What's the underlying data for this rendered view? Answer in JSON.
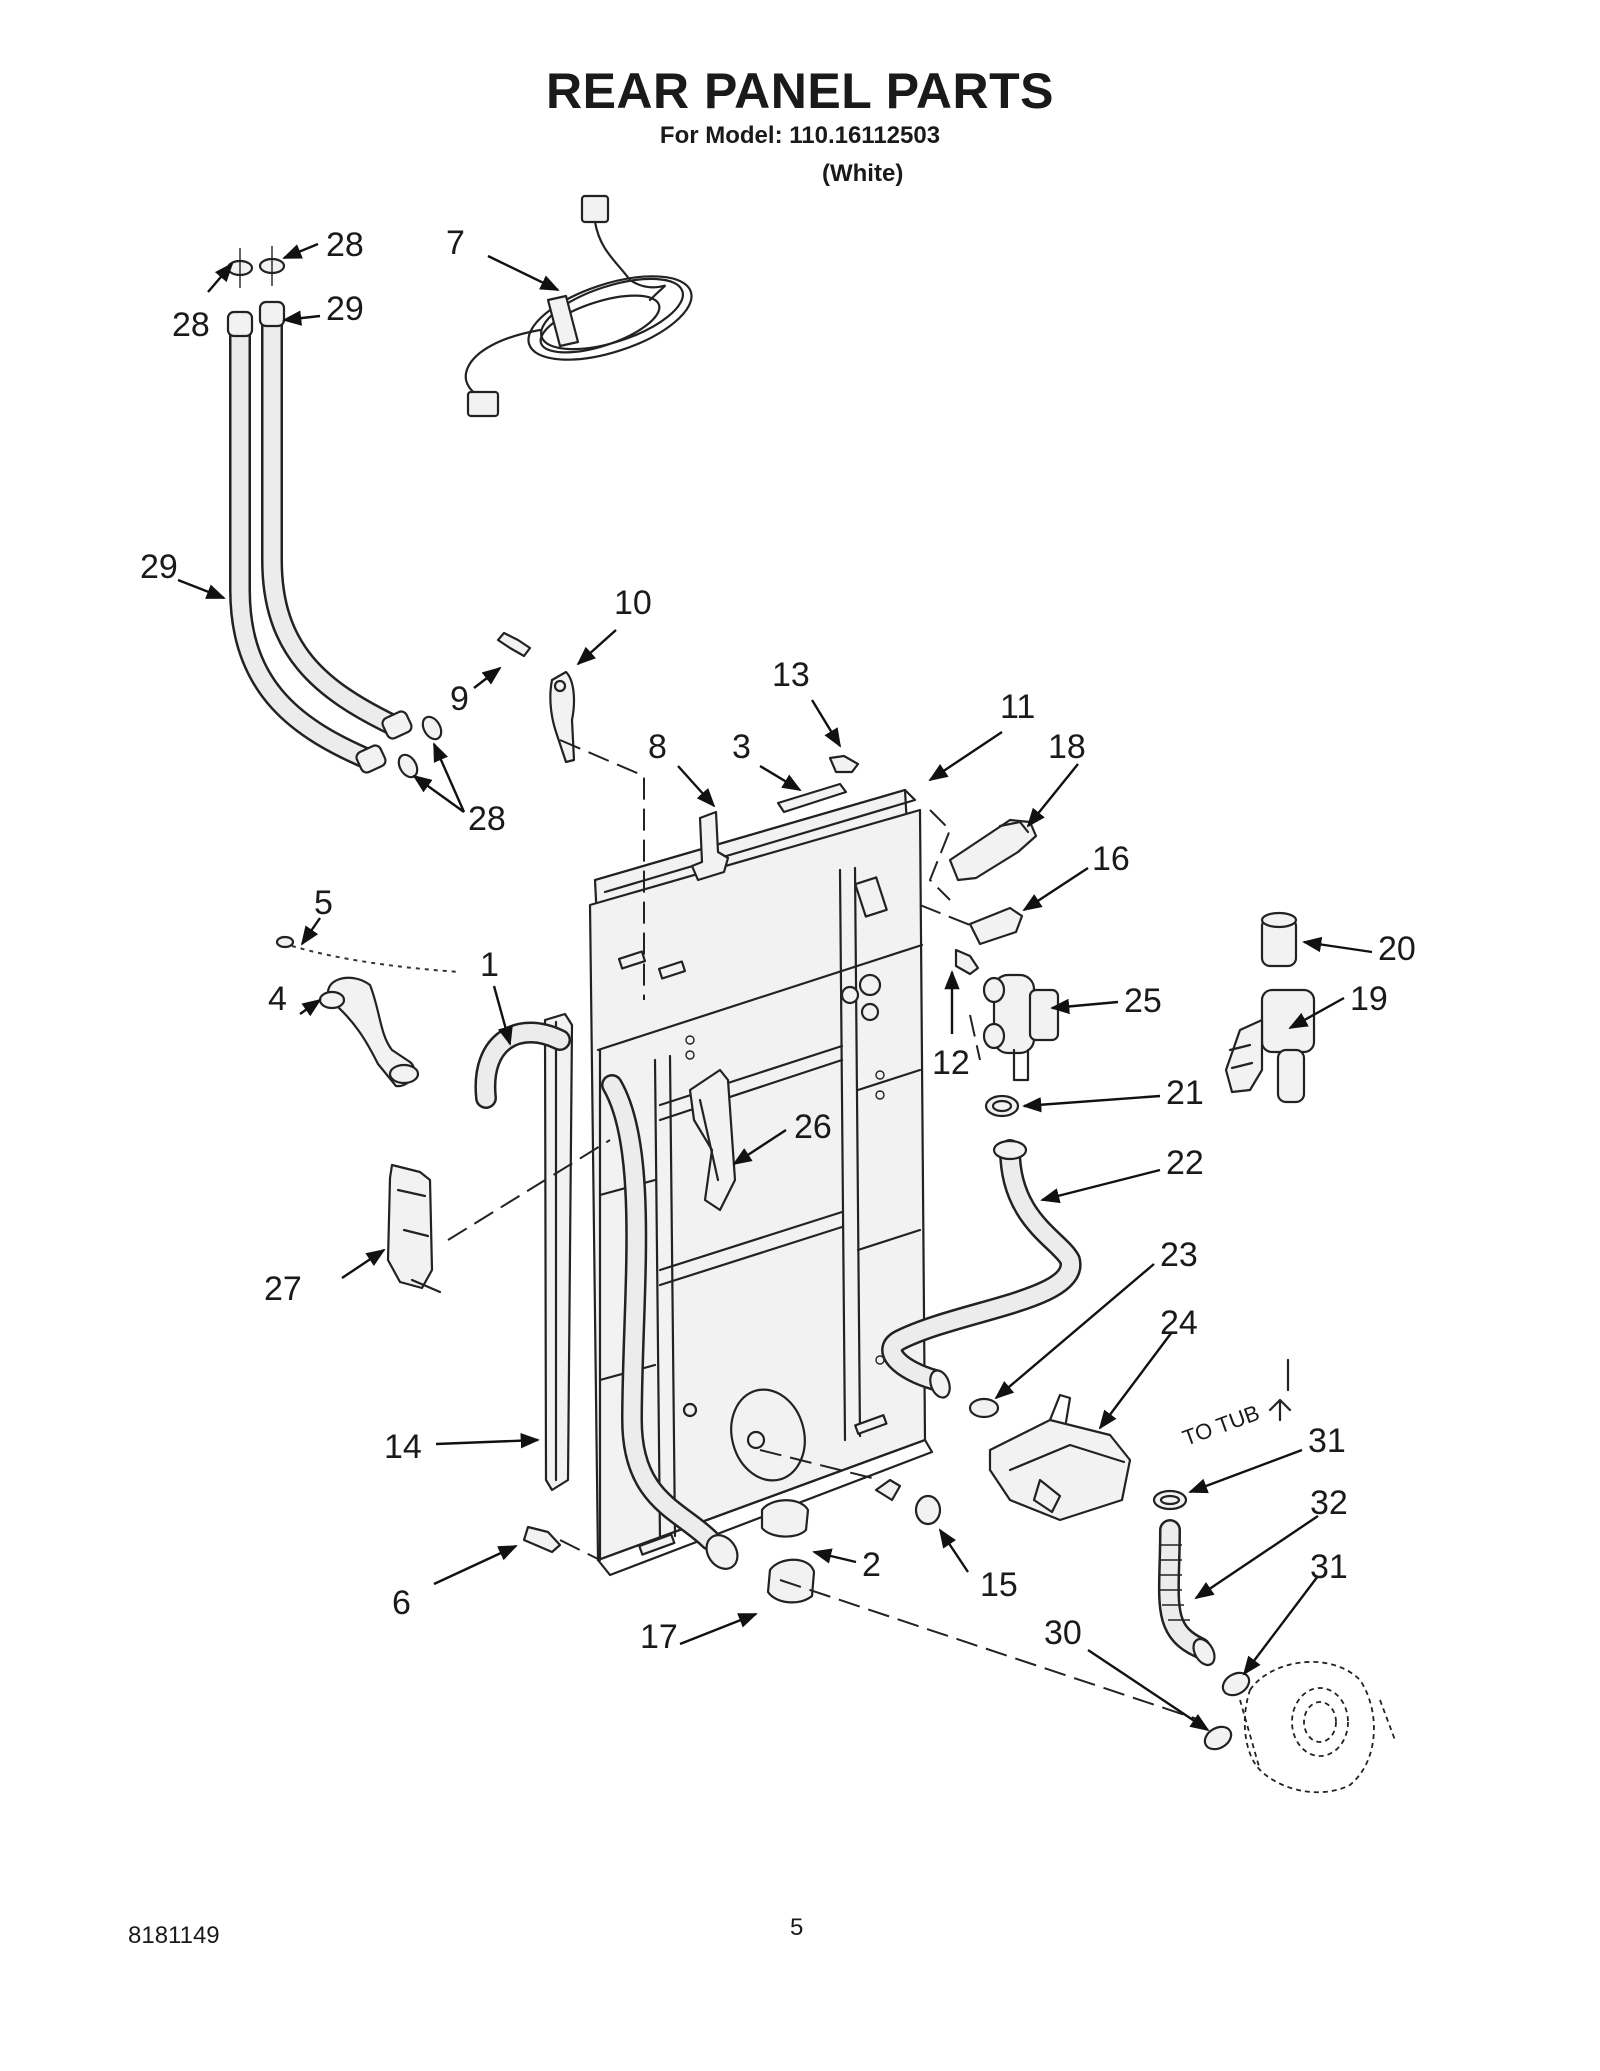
{
  "header": {
    "title": "REAR PANEL PARTS",
    "model_line": "For Model: 110.16112503",
    "color_line": "(White)"
  },
  "footer": {
    "doc_number": "8181149",
    "page_number": "5"
  },
  "callouts": {
    "c1": "1",
    "c2": "2",
    "c3": "3",
    "c4": "4",
    "c5": "5",
    "c6": "6",
    "c7": "7",
    "c8": "8",
    "c9": "9",
    "c10": "10",
    "c11": "11",
    "c12": "12",
    "c13": "13",
    "c14": "14",
    "c15": "15",
    "c16": "16",
    "c17": "17",
    "c18": "18",
    "c19": "19",
    "c20": "20",
    "c21": "21",
    "c22": "22",
    "c23": "23",
    "c24": "24",
    "c25": "25",
    "c26": "26",
    "c27": "27",
    "c28a": "28",
    "c28b": "28",
    "c28c": "28",
    "c29a": "29",
    "c29b": "29",
    "c30": "30",
    "c31a": "31",
    "c31b": "31",
    "c32": "32"
  },
  "annotations": {
    "to_tub": "TO TUB"
  }
}
